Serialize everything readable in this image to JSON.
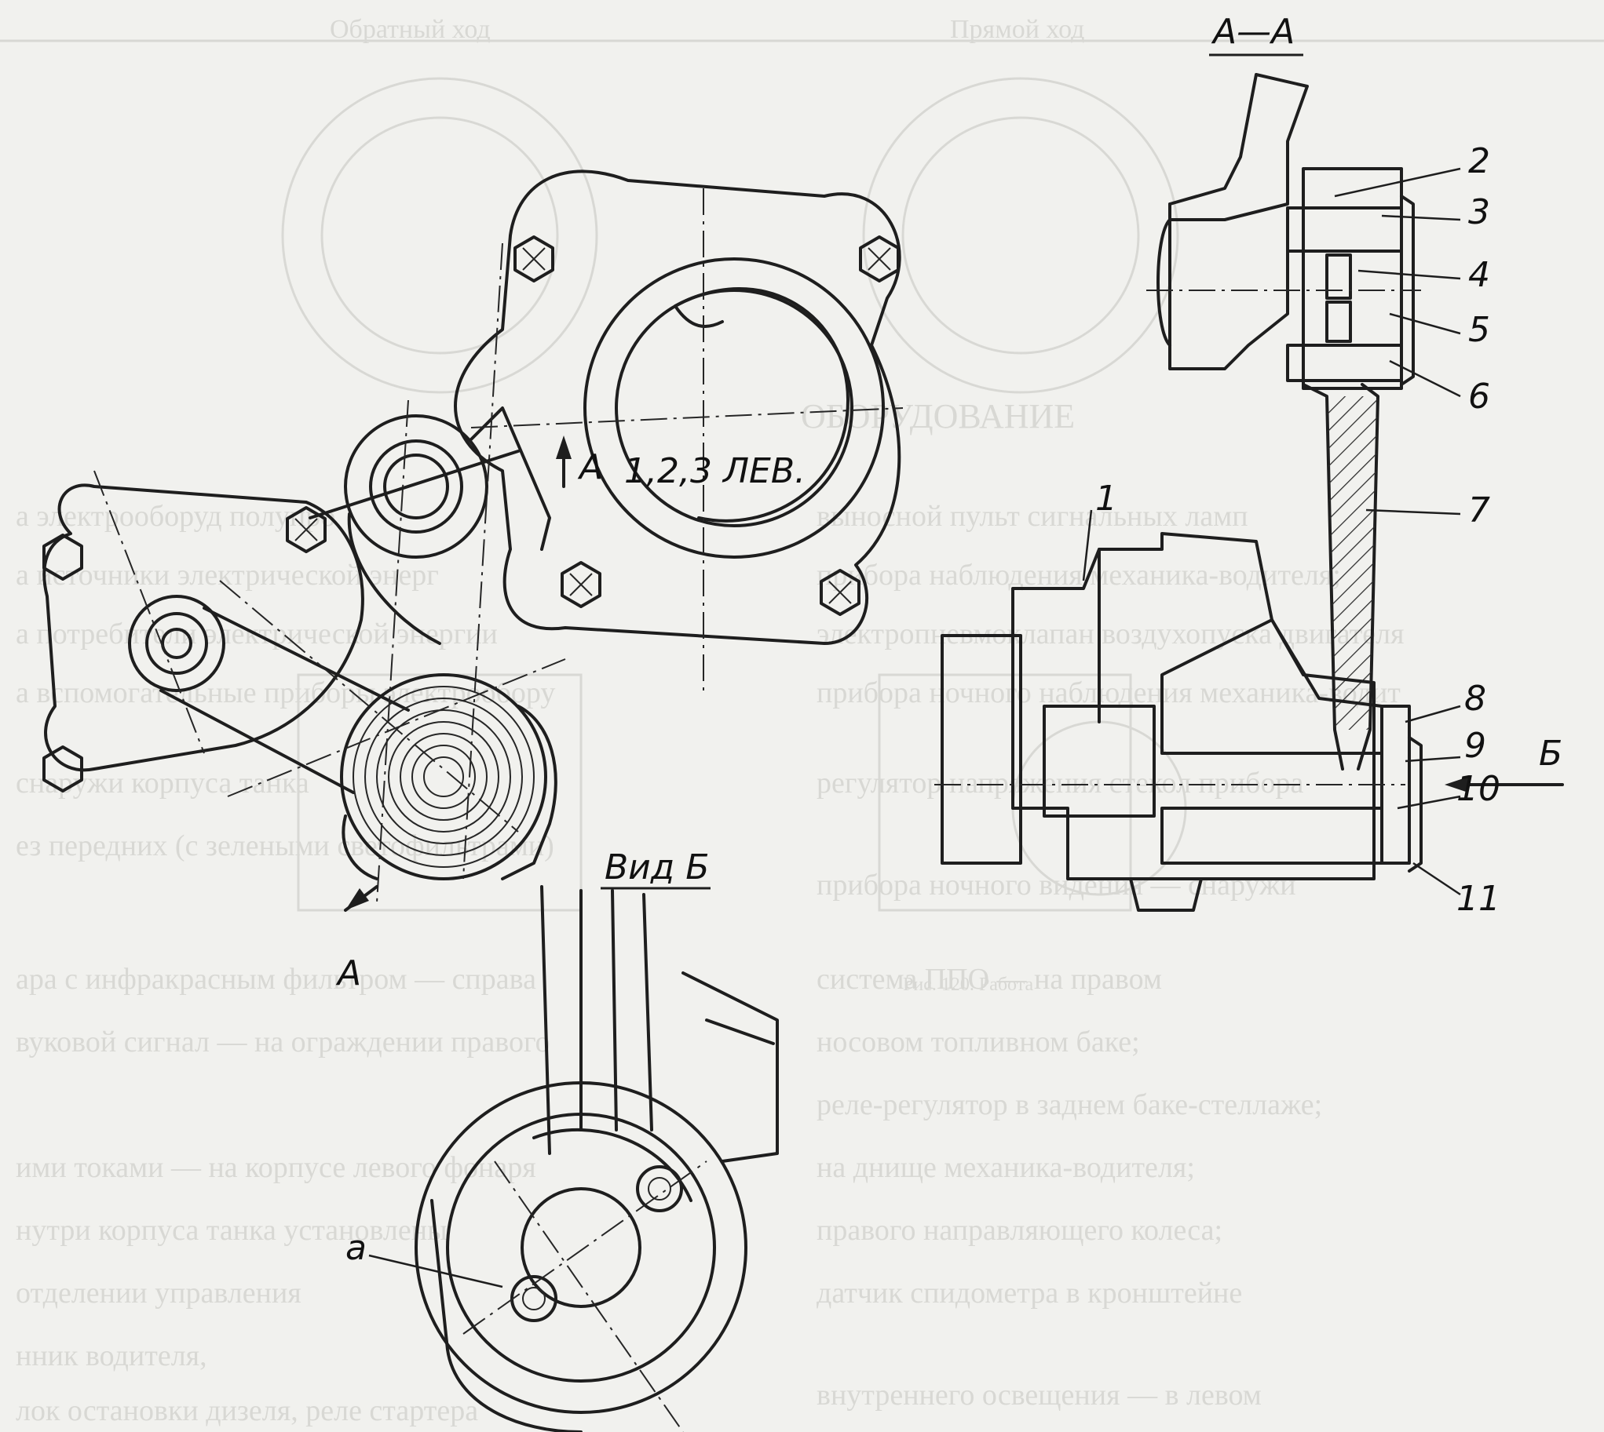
{
  "labels": {
    "section": "А—А",
    "view": "Вид Б",
    "marker_a": "А",
    "marker_b": "Б",
    "rim_letter": "а",
    "hand_note": "1,2,3 ЛЕВ."
  },
  "parts": [
    "1",
    "2",
    "3",
    "4",
    "5",
    "6",
    "7",
    "8",
    "9",
    "10",
    "11"
  ],
  "ghost_text": {
    "top_left": "Обратный ход",
    "top_right": "Прямой ход",
    "caption_mid": "Рис. 120. Работа"
  },
  "colors": {
    "paper": "#f1f1ee",
    "ink": "#1e1e1e",
    "bleed": "#d6d6d2",
    "hatch": "#2a2a2a"
  }
}
